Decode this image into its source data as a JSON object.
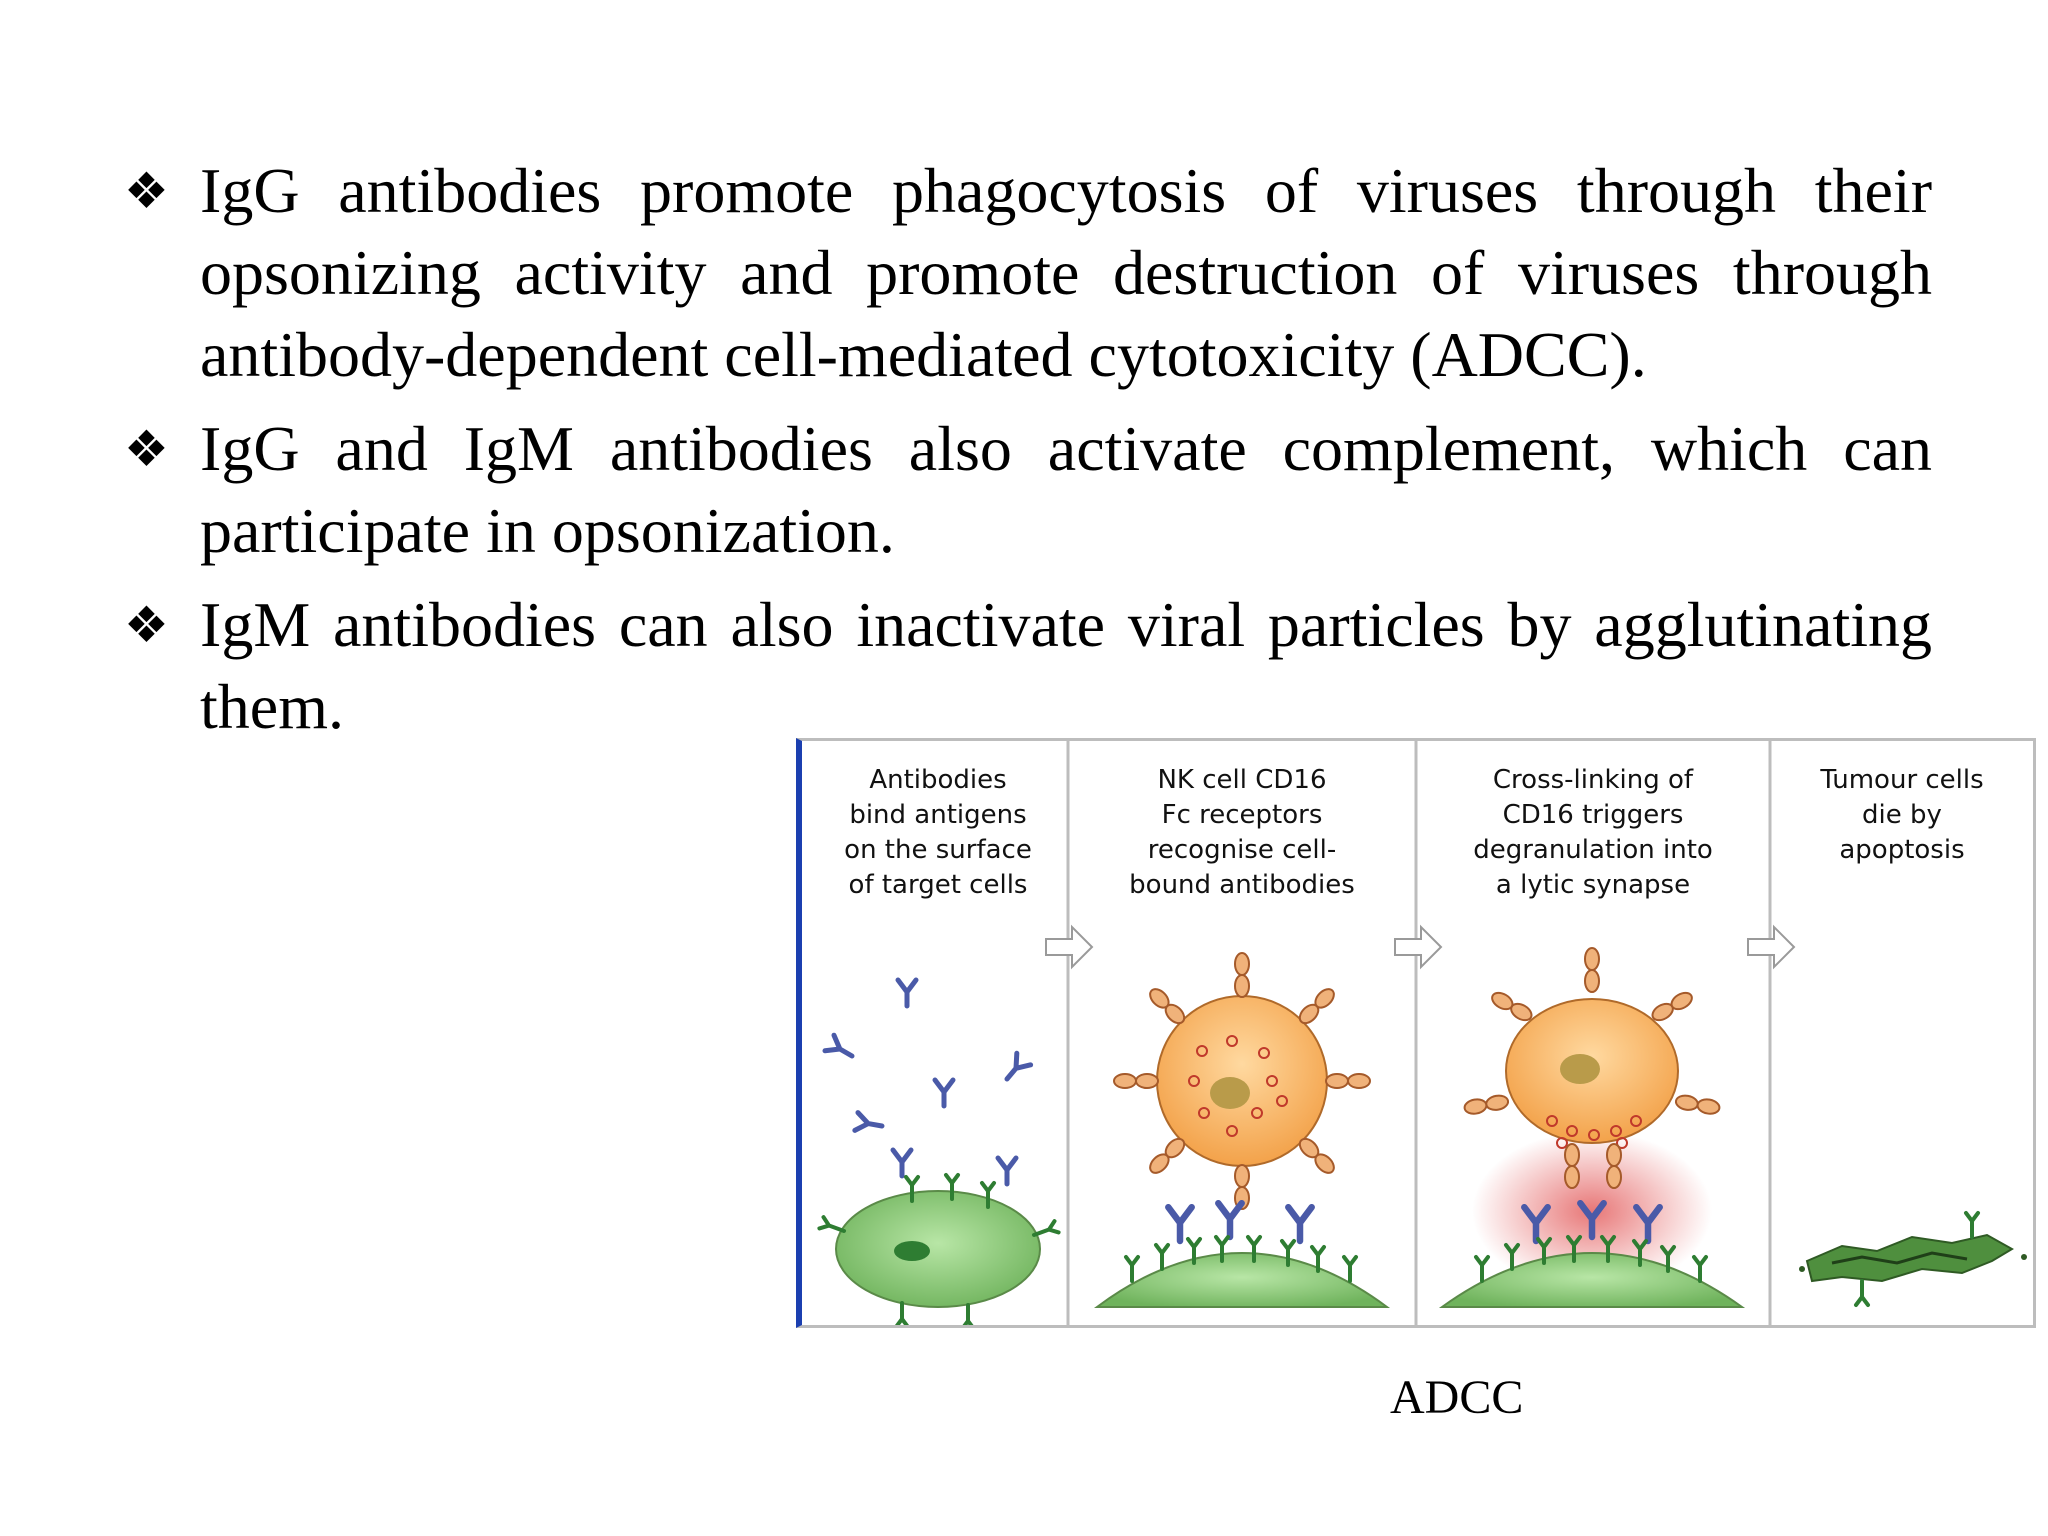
{
  "bullet_symbol": "❖",
  "bullets": [
    "IgG antibodies promote phagocytosis of viruses through their opsonizing activity and promote destruction of viruses through antibody-dependent cell-mediated cytotoxicity (ADCC).",
    "IgG and IgM antibodies also activate complement, which can participate in opsonization.",
    "IgM antibodies can also inactivate viral particles by agglutinating them."
  ],
  "figure": {
    "panels": [
      {
        "text": "Antibodies\nbind antigens\non the surface\nof target cells"
      },
      {
        "text": "NK cell CD16\nFc receptors\nrecognise cell-\nbound antibodies"
      },
      {
        "text": "Cross-linking of\nCD16 triggers\ndegranulation into\na lytic synapse"
      },
      {
        "text": "Tumour cells\ndie by\napoptosis"
      }
    ],
    "colors": {
      "antibody": "#4a5aa8",
      "antigen": "#2e7d32",
      "target_cell": "#8fc97a",
      "nk_cell": "#f6b25e",
      "receptor": "#e8a070",
      "frame_accent": "#1b3fb0"
    }
  },
  "caption": "ADCC"
}
